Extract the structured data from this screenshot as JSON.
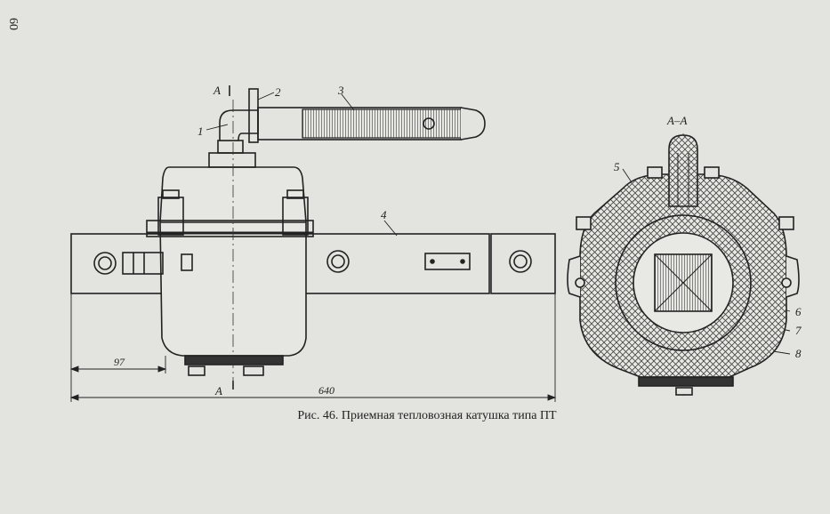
{
  "page_number": "60",
  "caption": "Рис. 46. Приемная тепловозная катушка типа ПТ",
  "section_mark": "А",
  "section_title": "А–А",
  "callouts": [
    "1",
    "2",
    "3",
    "4",
    "5",
    "6",
    "7",
    "8"
  ],
  "dimensions": {
    "offset": "97",
    "overall": "640"
  }
}
